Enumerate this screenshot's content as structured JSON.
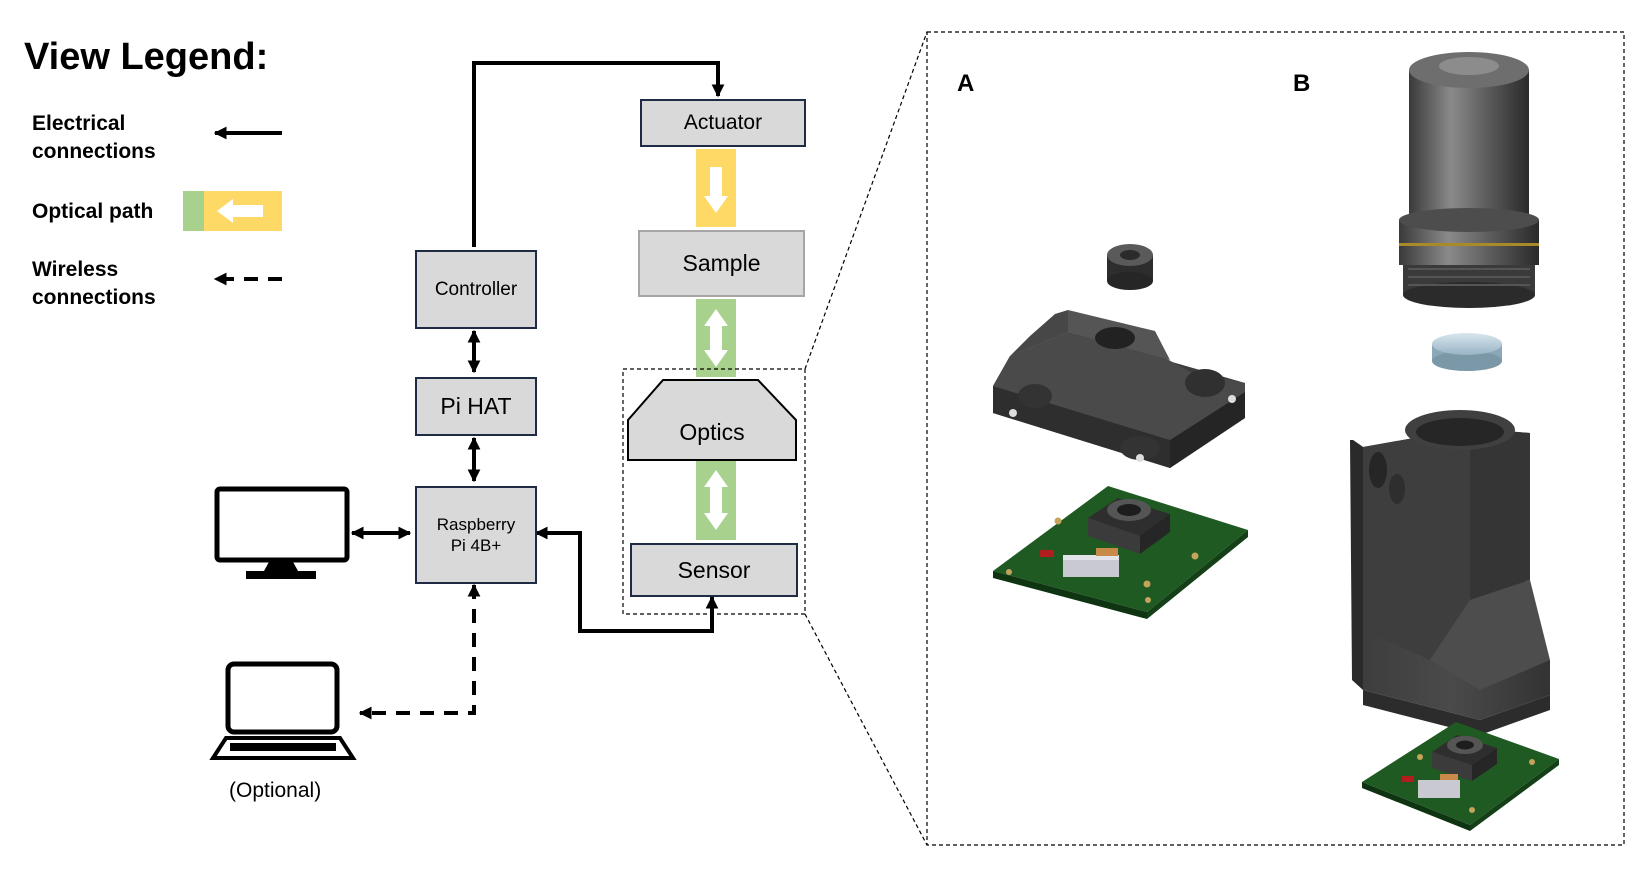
{
  "legend": {
    "title": "View Legend:",
    "electrical": "Electrical connections",
    "optical": "Optical path",
    "wireless": "Wireless connections"
  },
  "blocks": {
    "actuator": "Actuator",
    "sample": "Sample",
    "controller": "Controller",
    "pihat": "Pi HAT",
    "raspberry": "Raspberry Pi 4B+",
    "optics": "Optics",
    "sensor": "Sensor"
  },
  "devices": {
    "monitor": "monitor-icon",
    "laptop": "laptop-icon",
    "laptop_caption": "(Optional)"
  },
  "panels": {
    "a_label": "A",
    "b_label": "B"
  },
  "colors": {
    "box_fill": "#d9d9d9",
    "box_border": "#1f2a44",
    "optical_yellow": "#ffd966",
    "optical_green": "#a9d18e",
    "pcb_green": "#1e5a22"
  }
}
